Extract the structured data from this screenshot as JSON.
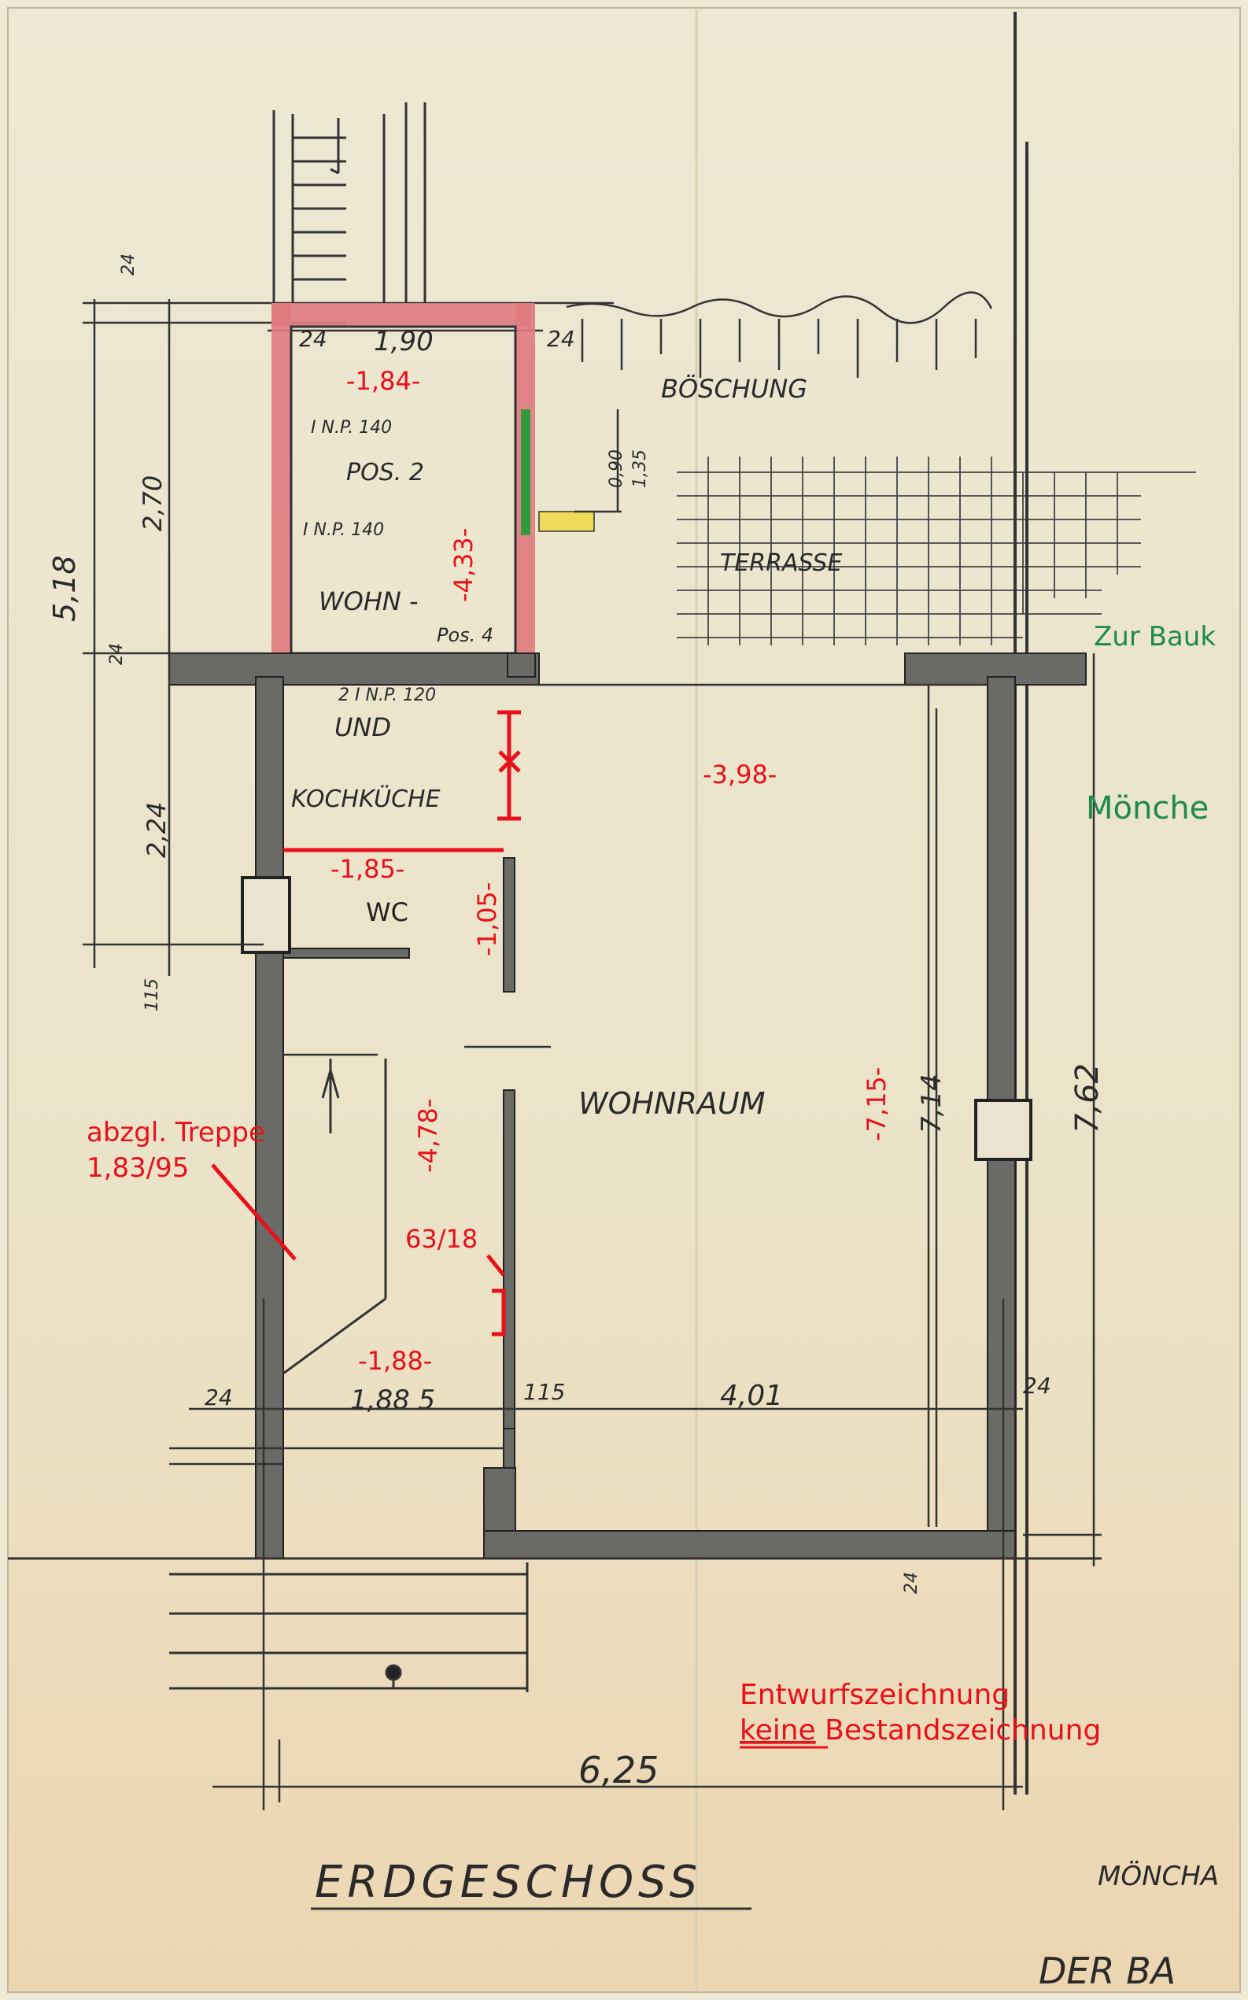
{
  "plan": {
    "title": "ERDGESCHOSS",
    "rooms": {
      "pos2": "POS. 2",
      "wohn": "WOHN -",
      "pos4": "Pos. 4",
      "und": "UND",
      "kochkueche": "KOCHKÜCHE",
      "wohnraum": "WOHNRAUM",
      "terrasse": "TERRASSE",
      "boeschung": "BÖSCHUNG"
    },
    "beams": [
      "I N.P. 140",
      "I N.P. 140",
      "2 I N.P. 120"
    ],
    "original_dims": {
      "top_24a": "24",
      "top_190": "1,90",
      "top_24b": "24",
      "left_518": "5,18",
      "left_270": "2,70",
      "left_224": "2,24",
      "left_24": "24",
      "left_24b": "24",
      "left_115": "115",
      "win_090": "0,90",
      "win_135": "1,35",
      "b_24": "24",
      "b_1885": "1,88 5",
      "b_115": "115",
      "b_401": "4,01",
      "b_24r": "24",
      "r_714": "7,14",
      "r_762": "7,62",
      "r_24b": "24",
      "total_625": "6,25"
    },
    "red_annotations": {
      "d184": "-1,84-",
      "d433": "-4,33-",
      "d398": "-3,98-",
      "d185": "-1,85-",
      "wc": "WC",
      "d105": "-1,05-",
      "d478": "-4,78-",
      "d715": "-7,15-",
      "treppe1": "abzgl. Treppe",
      "treppe2": "1,83/95",
      "d6318": "63/18",
      "d188": "-1,88-",
      "note1": "Entwurfszeichnung",
      "note2_u": "keine",
      "note2": " Bestandszeichnung"
    },
    "green_labels": {
      "zur": "Zur Bauk",
      "moench": "Mönche"
    },
    "edge_texts": {
      "moencha": "MÖNCHA",
      "derba": "DER BA"
    }
  }
}
